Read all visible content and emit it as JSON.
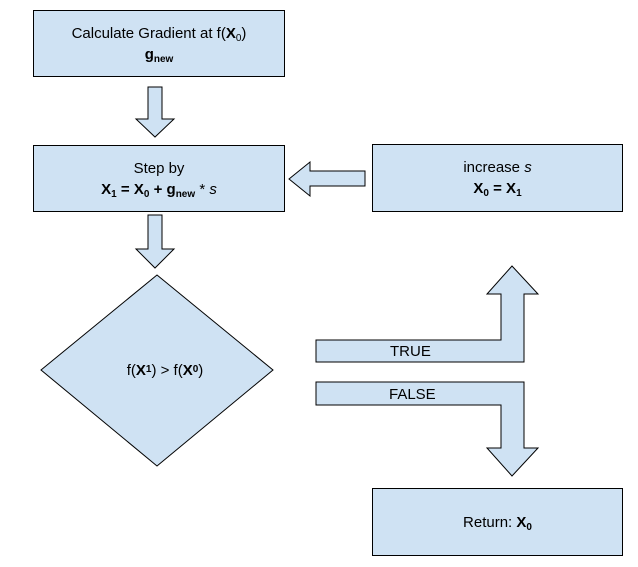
{
  "nodes": {
    "gradient": {
      "line1_prefix": "Calculate Gradient at f(",
      "line1_var": "X",
      "line1_sub": "0",
      "line1_suffix": ")",
      "line2_var": "g",
      "line2_sub": "new"
    },
    "step": {
      "line1": "Step by",
      "x1": "X",
      "x1_sub": "1",
      "eq": " = ",
      "x0": "X",
      "x0_sub": "0",
      "plus": " + ",
      "g": "g",
      "g_sub": "new",
      "times": " * ",
      "s": "s"
    },
    "increase": {
      "word": "increase ",
      "s": "s",
      "x0": "X",
      "x0_sub": "0",
      "eq": " = ",
      "x1": "X",
      "x1_sub": "1"
    },
    "decision": {
      "f1": "f(",
      "x1": "X",
      "x1_sub": "1",
      "mid": ") > f(",
      "x0": "X",
      "x0_sub": "0",
      "end": ")"
    },
    "return": {
      "label": "Return: ",
      "x": "X",
      "x_sub": "0"
    }
  },
  "edges": {
    "true_label": "TRUE",
    "false_label": "FALSE"
  },
  "colors": {
    "fill": "#cfe2f3",
    "stroke": "#000000"
  }
}
